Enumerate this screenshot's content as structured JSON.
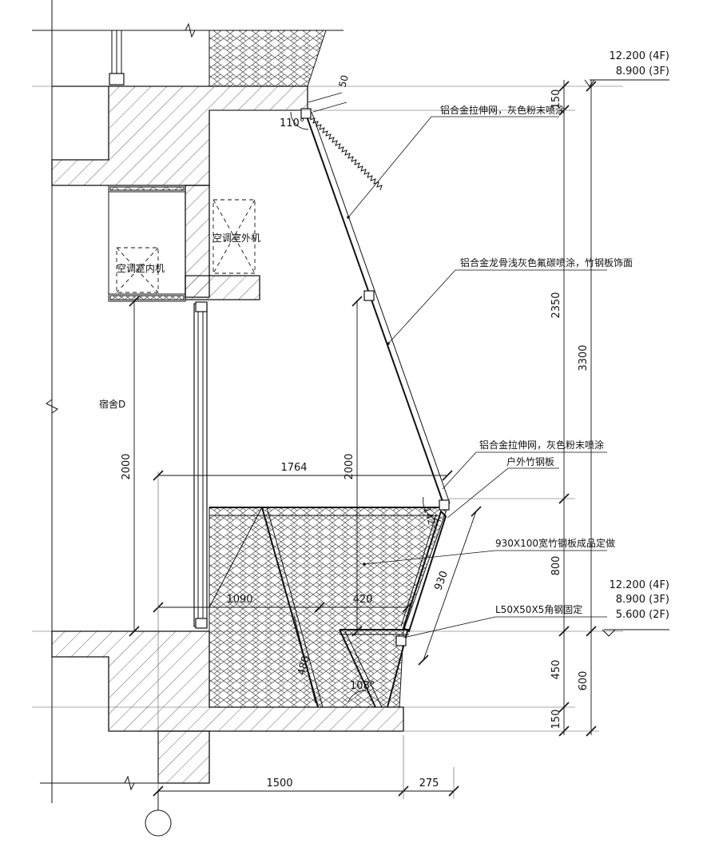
{
  "notes": {
    "mesh_top": "铝合金拉伸网，灰色粉末喷涂",
    "keel": "铝合金龙骨浅灰色氟碳喷涂，竹钢板饰面",
    "mesh_bottom": "铝合金拉伸网，灰色粉末喷涂",
    "bamboo_board": "户外竹钢板",
    "board_size": "930X100宽竹钢板成品定做",
    "angle_steel": "L50X50X5角钢固定"
  },
  "rooms": {
    "ac_outdoor": "空调室外机",
    "ac_indoor": "空调室内机",
    "dorm": "宿舍D"
  },
  "levels": {
    "top": [
      "12.200 (4F)",
      "8.900 (3F)"
    ],
    "middle": [
      "12.200 (4F)",
      "8.900 (3F)",
      "5.600 (2F)"
    ]
  },
  "dimensions": {
    "d50": "50",
    "a110": "110°",
    "a142": "142°",
    "a108": "108°",
    "d1764": "1764",
    "d2000_left": "2000",
    "d2000_mid": "2000",
    "d1090": "1090",
    "d420": "420",
    "d930": "930",
    "d480": "480",
    "d1500": "1500",
    "d275": "275",
    "v150_top": "150",
    "v2350": "2350",
    "v800": "800",
    "v450": "450",
    "v150_bot": "150",
    "v3300": "3300",
    "v600": "600"
  },
  "grid_axis": ""
}
